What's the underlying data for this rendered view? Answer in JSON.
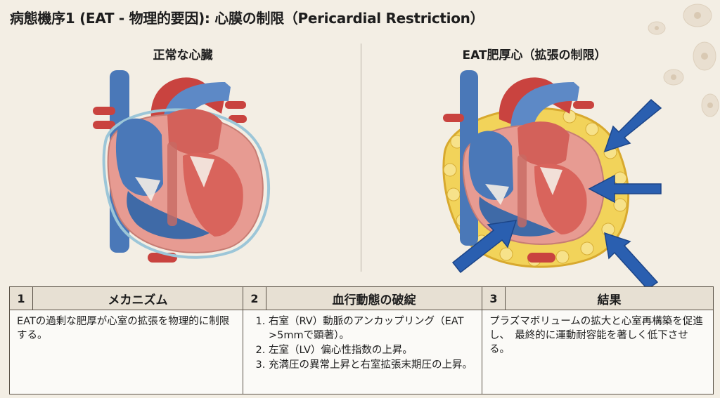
{
  "title": "病態機序1 (EAT - 物理的要因): 心膜の制限（Pericardial Restriction）",
  "panels": {
    "normal": {
      "label": "正常な心臓"
    },
    "eat": {
      "label": "EAT肥厚心（拡張の制限）"
    }
  },
  "colors": {
    "background": "#f3eee4",
    "vein_blue": "#4a78b8",
    "artery_red": "#c9433f",
    "myocardium": "#e79b92",
    "epicardial_fat": "#f2d35a",
    "arrow_blue": "#2a5fb0"
  },
  "table": {
    "columns": [
      {
        "num": "1",
        "title": "メカニズム",
        "body": "EATの過剰な肥厚が心室の拡張を物理的に制限する。"
      },
      {
        "num": "2",
        "title": "血行動態の破綻",
        "items": [
          "右室（RV）動脈のアンカップリング（EAT >5mmで顕著）。",
          "左室（LV）偏心性指数の上昇。",
          "充満圧の異常上昇と右室拡張末期圧の上昇。"
        ]
      },
      {
        "num": "3",
        "title": "結果",
        "body": "プラズマボリュームの拡大と心室再構築を促進し、　最終的に運動耐容能を著しく低下させる。"
      }
    ]
  }
}
